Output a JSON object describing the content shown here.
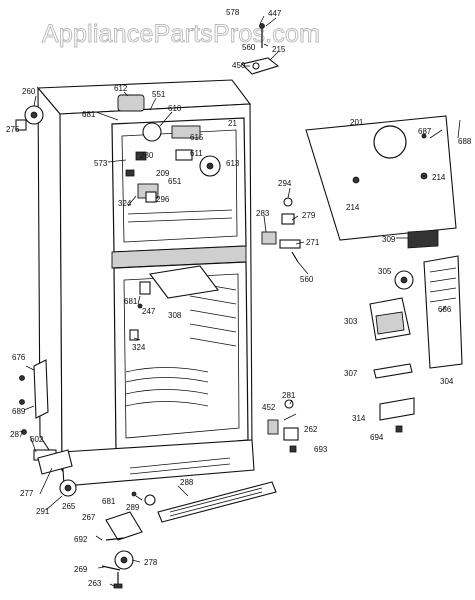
{
  "watermark": "AppliancePartsPros.com",
  "parts": {
    "p578": "578",
    "p447": "447",
    "p560a": "560",
    "p215": "215",
    "p450": "450",
    "p260": "260",
    "p276": "276",
    "p612": "612",
    "p551": "551",
    "p610": "610",
    "p681a": "681",
    "p201": "201",
    "p687": "687",
    "p688": "688",
    "p21": "21",
    "p615": "615",
    "p573": "573",
    "p280": "280",
    "p209": "209",
    "p611": "611",
    "p613": "613",
    "p651": "651",
    "p324a": "324",
    "p296": "296",
    "p214a": "214",
    "p214b": "214",
    "p294": "294",
    "p283": "283",
    "p279": "279",
    "p271": "271",
    "p560b": "560",
    "p309": "309",
    "p305": "305",
    "p681b": "681",
    "p247": "247",
    "p308": "308",
    "p324b": "324",
    "p303": "303",
    "p686": "686",
    "p304": "304",
    "p307": "307",
    "p676": "676",
    "p689": "689",
    "p281": "281",
    "p452": "452",
    "p262": "262",
    "p693": "693",
    "p314": "314",
    "p694": "694",
    "p287": "287",
    "p602": "602",
    "p277": "277",
    "p288": "288",
    "p681c": "681",
    "p289": "289",
    "p291": "291",
    "p265": "265",
    "p267": "267",
    "p692": "692",
    "p278": "278",
    "p269": "269",
    "p263": "263"
  }
}
